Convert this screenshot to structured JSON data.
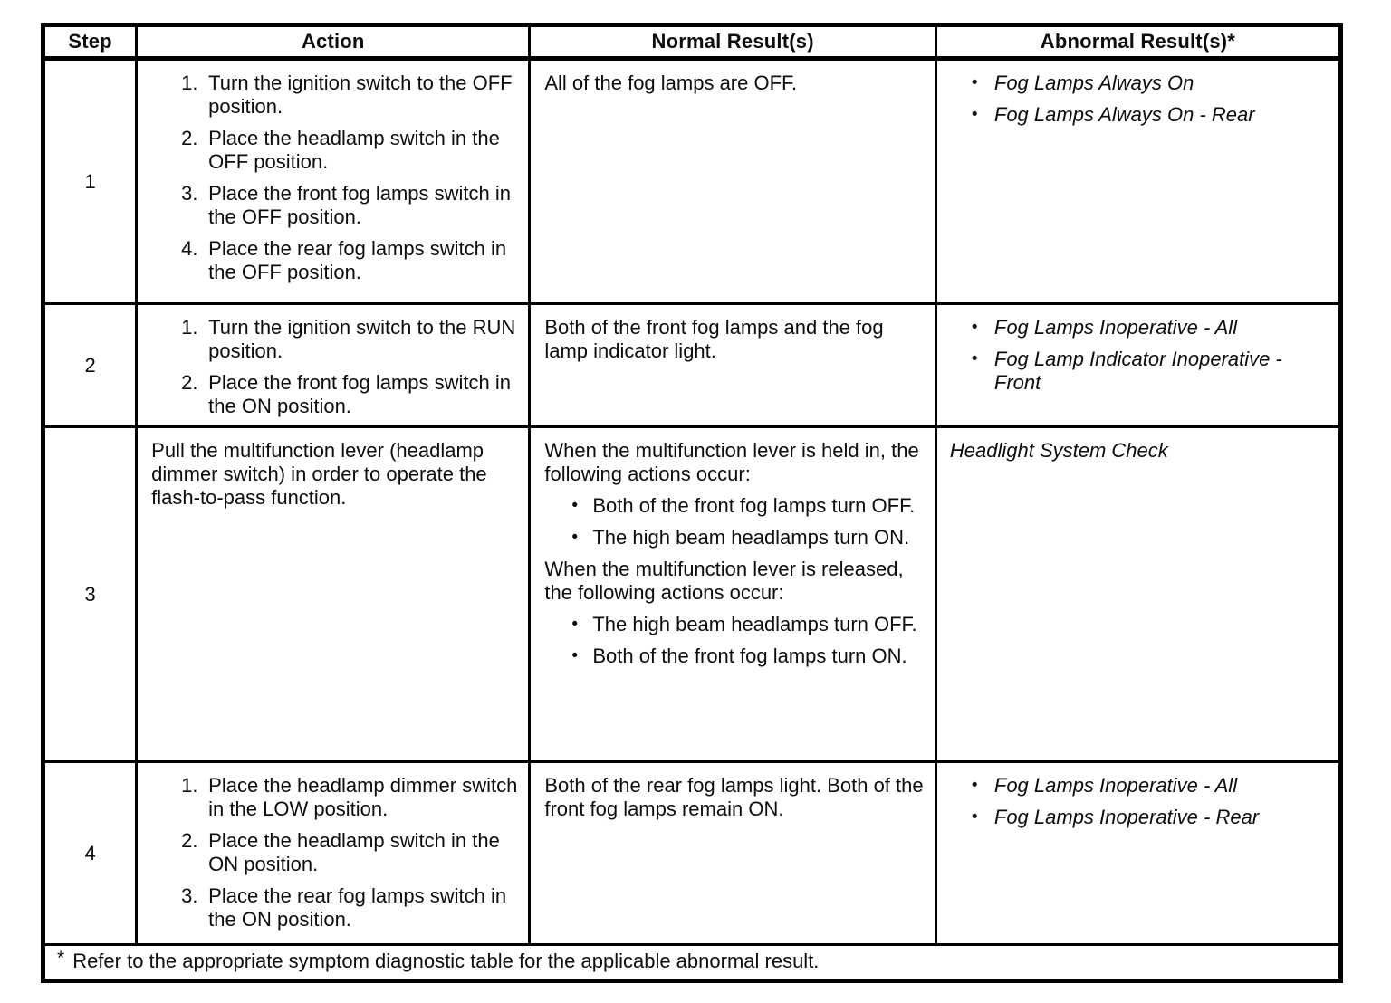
{
  "page": {
    "background": "#ffffff",
    "text_color": "#0d0d0d",
    "border_color": "#000000"
  },
  "icons": {
    "bullet": "•"
  },
  "table": {
    "headers": [
      "Step",
      "Action",
      "Normal Result(s)",
      "Abnormal Result(s)*"
    ],
    "footnote_marker": "*",
    "footnote_text": "Refer to the appropriate symptom diagnostic table for the applicable abnormal result.",
    "rows": [
      {
        "step": "1",
        "action": {
          "type": "ordered",
          "items": [
            {
              "num": "1.",
              "text": "Turn the ignition switch to the OFF position."
            },
            {
              "num": "2.",
              "text": "Place the headlamp switch in the OFF position."
            },
            {
              "num": "3.",
              "text": "Place the front fog lamps switch in the OFF position."
            },
            {
              "num": "4.",
              "text": "Place the rear fog lamps switch in the OFF position."
            }
          ]
        },
        "normal": {
          "blocks": [
            {
              "t": "p",
              "text": "All of the fog lamps are OFF."
            }
          ]
        },
        "abnormal": {
          "blocks": [
            {
              "t": "b",
              "text": "Fog Lamps Always On"
            },
            {
              "t": "b",
              "text": "Fog Lamps Always On - Rear"
            }
          ]
        }
      },
      {
        "step": "2",
        "action": {
          "type": "ordered",
          "items": [
            {
              "num": "1.",
              "text": "Turn the ignition switch to the RUN position."
            },
            {
              "num": "2.",
              "text": "Place the front fog lamps switch in the ON position."
            }
          ]
        },
        "normal": {
          "blocks": [
            {
              "t": "p",
              "text": "Both of the front fog lamps and the fog lamp indicator light."
            }
          ]
        },
        "abnormal": {
          "blocks": [
            {
              "t": "b",
              "text": "Fog Lamps Inoperative - All"
            },
            {
              "t": "b",
              "text": "Fog Lamp Indicator Inoperative - Front"
            }
          ]
        }
      },
      {
        "step": "3",
        "action": {
          "type": "para",
          "text": "Pull the multifunction lever (headlamp dimmer switch) in order to operate the flash-to-pass function."
        },
        "normal": {
          "blocks": [
            {
              "t": "p",
              "text": "When the multifunction lever is held in, the following actions occur:"
            },
            {
              "t": "b",
              "text": "Both of the front fog lamps turn OFF."
            },
            {
              "t": "b",
              "text": "The high beam headlamps turn ON."
            },
            {
              "t": "p",
              "text": "When the multifunction lever is released, the following actions occur:"
            },
            {
              "t": "b",
              "text": "The high beam headlamps turn OFF."
            },
            {
              "t": "b",
              "text": "Both of the front fog lamps turn ON."
            }
          ]
        },
        "abnormal": {
          "blocks": [
            {
              "t": "p",
              "text": "Headlight System Check"
            }
          ]
        }
      },
      {
        "step": "4",
        "action": {
          "type": "ordered",
          "items": [
            {
              "num": "1.",
              "text": "Place the headlamp dimmer switch in the LOW position."
            },
            {
              "num": "2.",
              "text": "Place the headlamp switch in the ON position."
            },
            {
              "num": "3.",
              "text": "Place the rear fog lamps switch in the ON position."
            }
          ]
        },
        "normal": {
          "blocks": [
            {
              "t": "p",
              "text": "Both of the rear fog lamps light. Both of the front fog lamps remain ON."
            }
          ]
        },
        "abnormal": {
          "blocks": [
            {
              "t": "b",
              "text": "Fog Lamps Inoperative - All"
            },
            {
              "t": "b",
              "text": "Fog Lamps Inoperative - Rear"
            }
          ]
        }
      }
    ]
  }
}
